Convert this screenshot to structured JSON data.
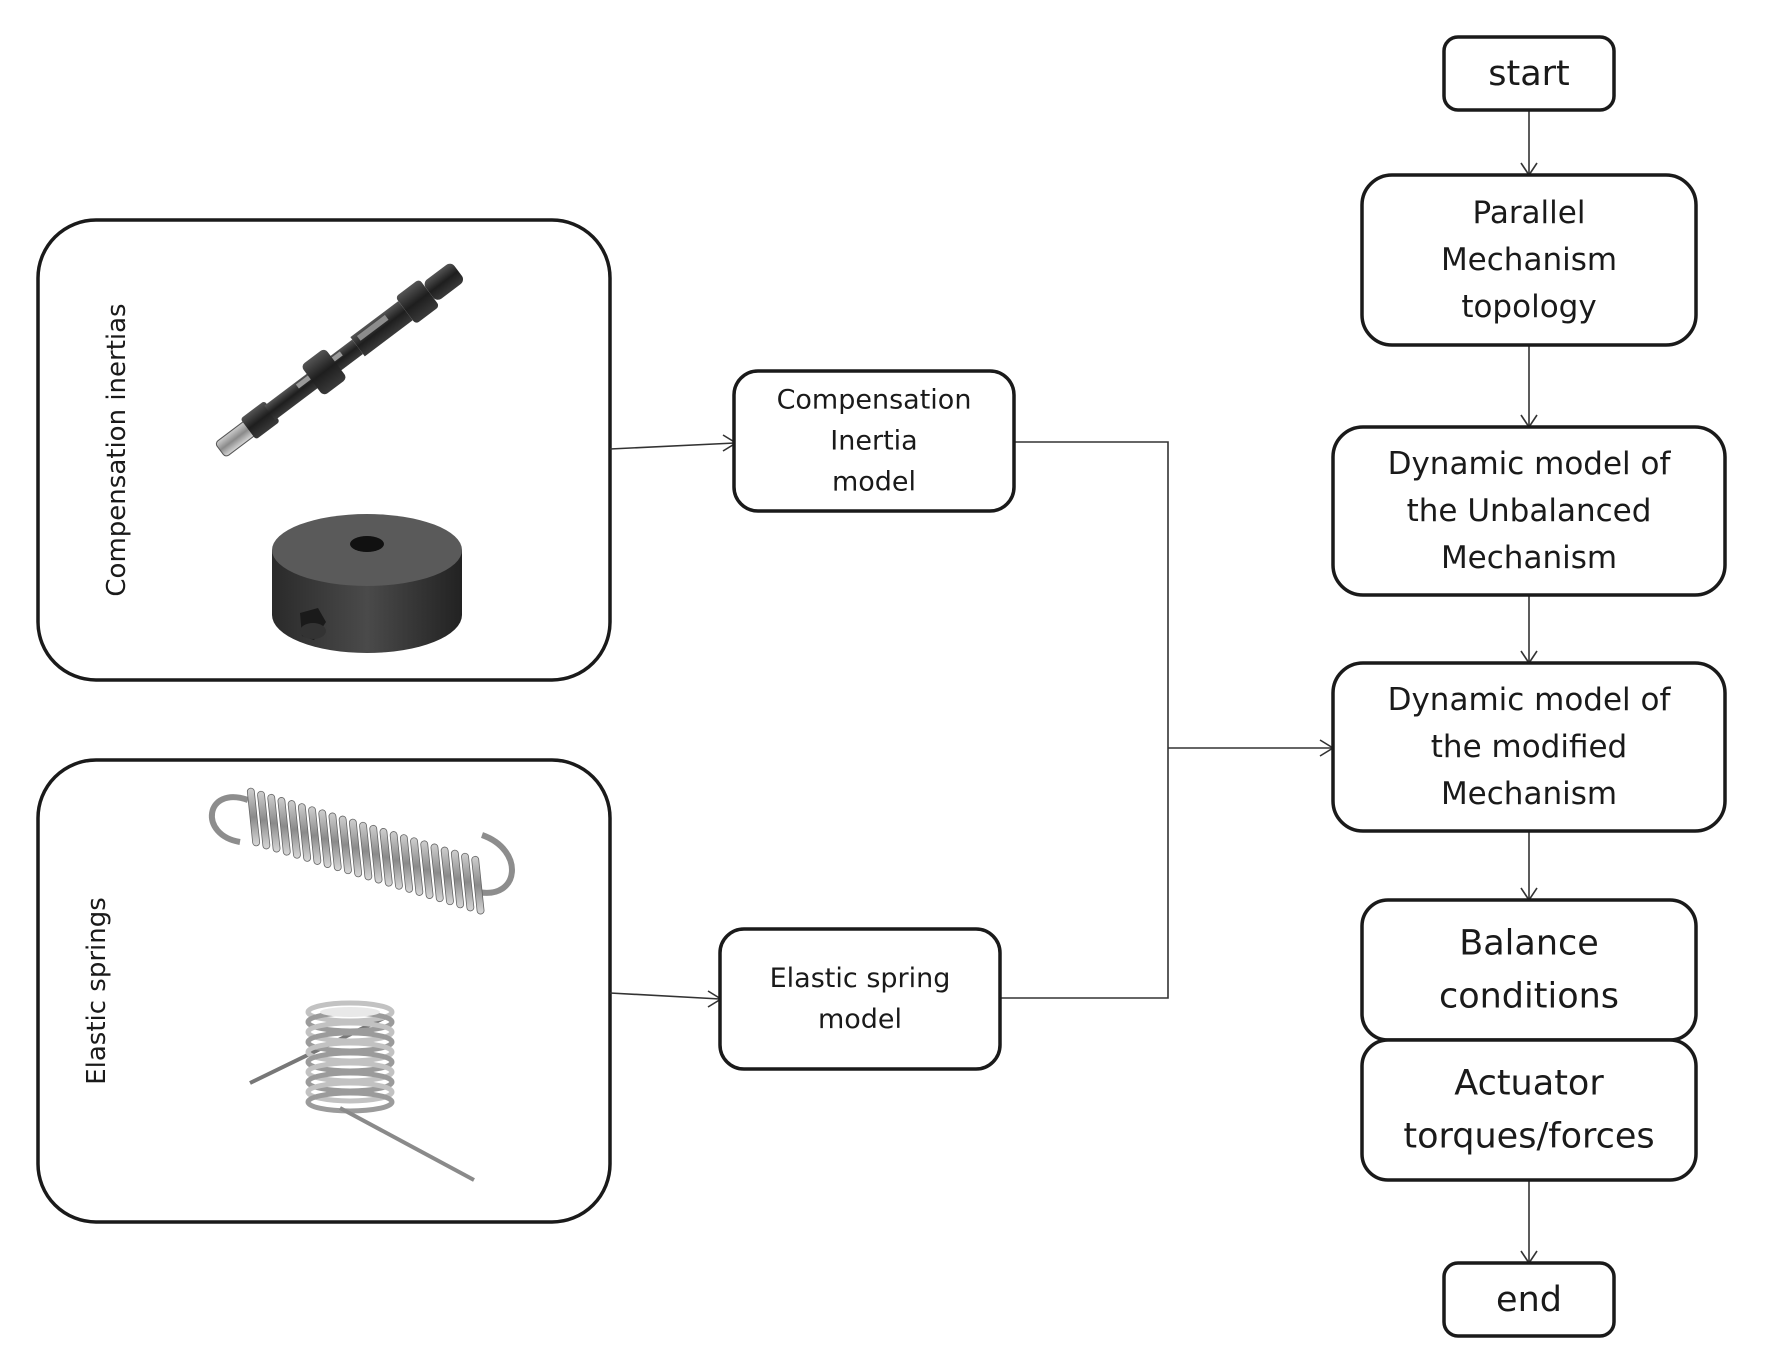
{
  "panels": {
    "inertias": {
      "label": "Compensation  inertias",
      "pictures": [
        "compensation-shaft-picture",
        "compensation-ring-picture"
      ]
    },
    "springs": {
      "label": "Elastic springs",
      "pictures": [
        "extension-spring-picture",
        "torsion-spring-picture"
      ]
    }
  },
  "models": {
    "inertia": [
      "Compensation",
      "Inertia",
      "model"
    ],
    "spring": [
      "Elastic spring",
      "model"
    ]
  },
  "flow": {
    "start": "start",
    "topology": [
      "Parallel",
      "Mechanism",
      "topology"
    ],
    "unbalanced": [
      "Dynamic model of",
      "the Unbalanced",
      "Mechanism"
    ],
    "modified": [
      "Dynamic model of",
      "the modified",
      "Mechanism"
    ],
    "balance": [
      "Balance",
      "conditions"
    ],
    "actuator": [
      "Actuator",
      "torques/forces"
    ],
    "end": "end"
  },
  "colors": {
    "line": "#1a1a1a",
    "background": "#ffffff",
    "metal_dark": "#2b2b2b",
    "metal_light": "#a8a8a8"
  }
}
